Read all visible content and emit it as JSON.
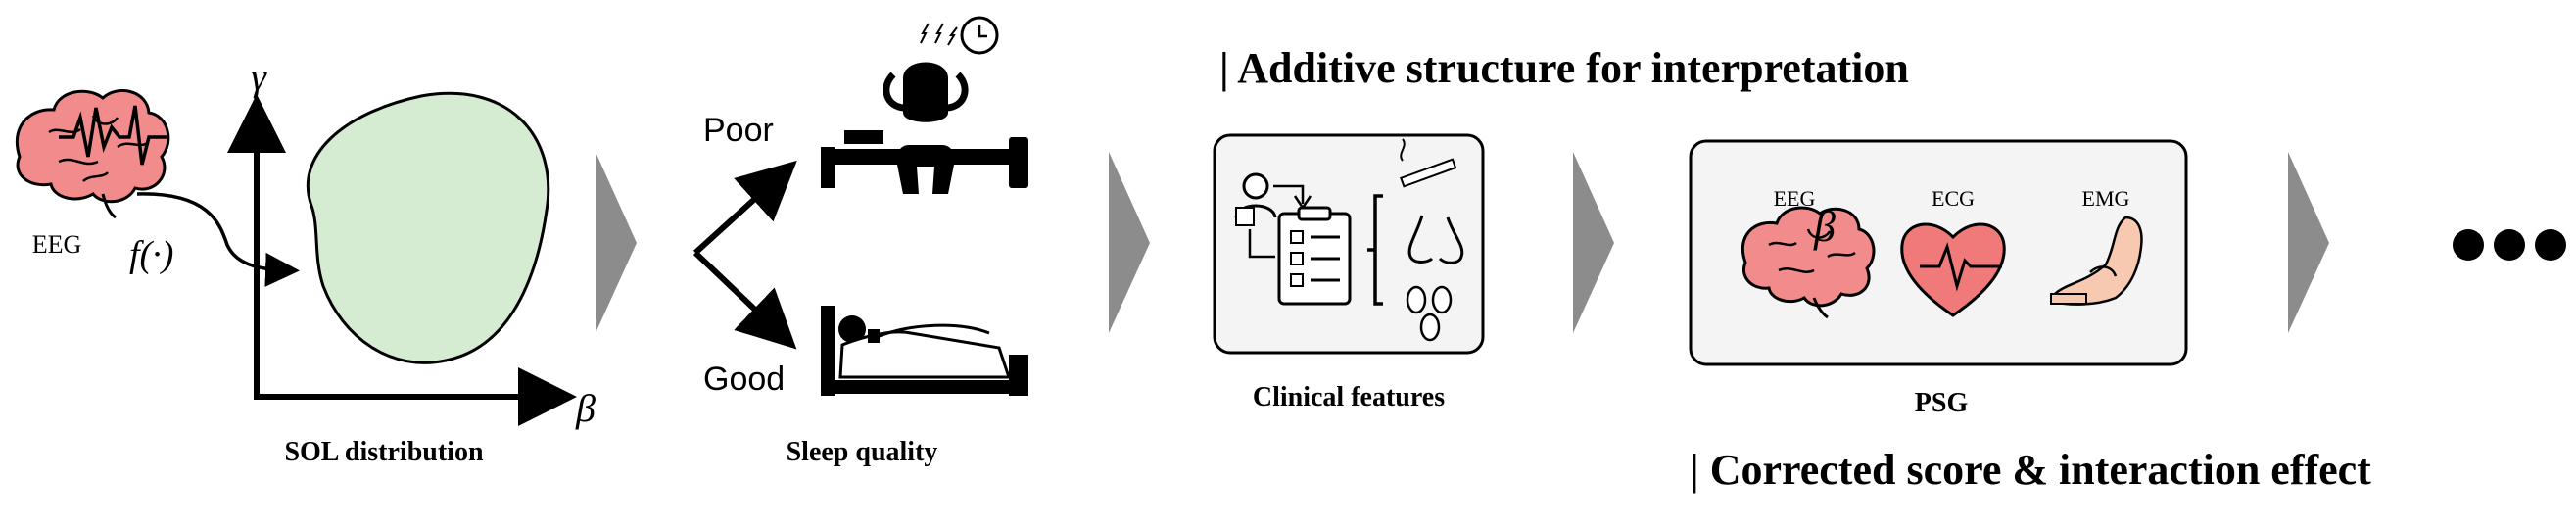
{
  "eeg_block": {
    "label": "EEG",
    "func_label": "f(·)"
  },
  "sol_chart": {
    "y_axis": "γ",
    "x_axis": "β",
    "caption": "SOL distribution"
  },
  "sleep_quality": {
    "poor_label": "Poor",
    "good_label": "Good",
    "caption": "Sleep quality"
  },
  "clinical": {
    "caption": "Clinical features"
  },
  "psg": {
    "eeg_label": "EEG",
    "ecg_label": "ECG",
    "emg_label": "EMG",
    "beta_mark": "β",
    "caption": "PSG"
  },
  "headings": {
    "additive": "| Additive structure for interpretation",
    "corrected": "| Corrected score & interaction effect"
  },
  "ellipsis": "• • •",
  "colors": {
    "brain": "#f28c8c",
    "heart": "#f07a7a",
    "blob": "#d5ecd2",
    "chevron": "#8c8c8c",
    "ink": "#000000",
    "skin": "#f7c9b0"
  }
}
